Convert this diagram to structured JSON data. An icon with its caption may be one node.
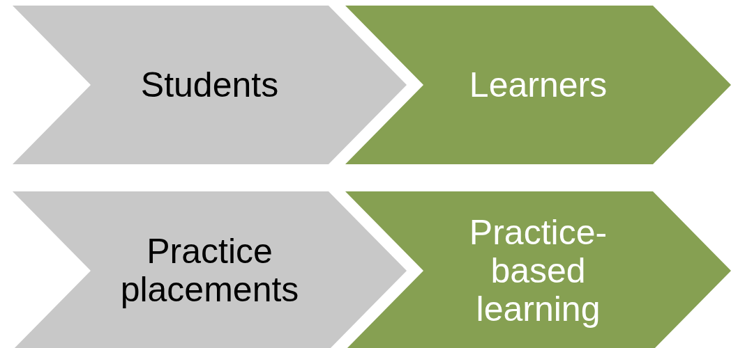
{
  "diagram": {
    "nodes": [
      {
        "text": [
          "Students"
        ]
      },
      {
        "text": [
          "Learners"
        ]
      },
      {
        "text": [
          "Practice placements"
        ]
      },
      {
        "text": [
          "Practice-based learning"
        ]
      }
    ]
  }
}
